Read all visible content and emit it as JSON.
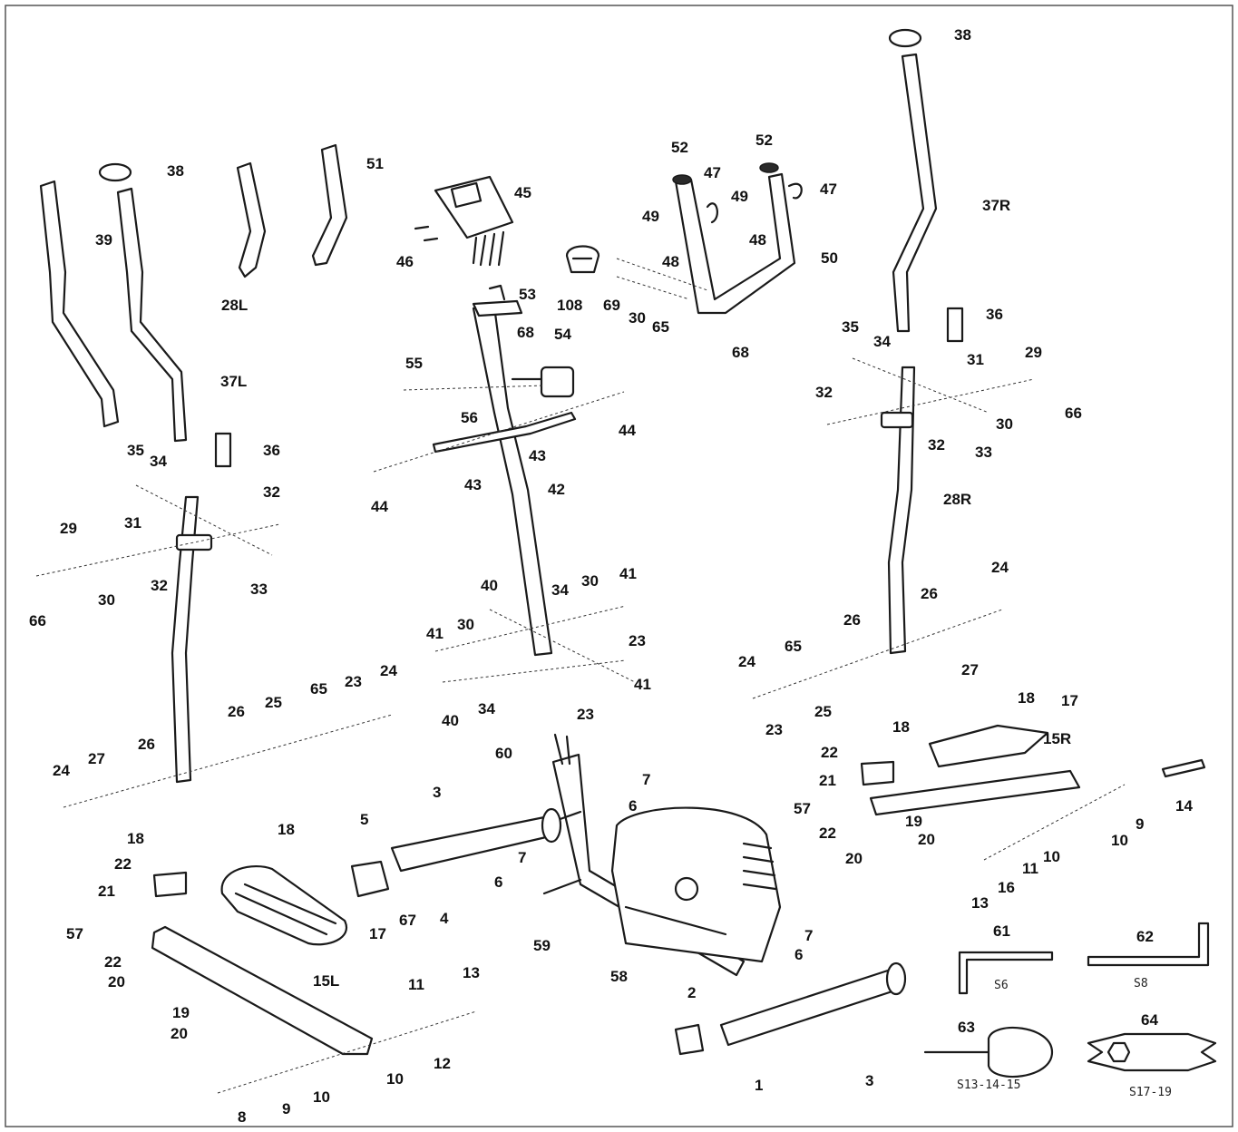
{
  "callouts": [
    "38",
    "38",
    "39",
    "37L",
    "51",
    "45",
    "46",
    "108",
    "53",
    "68",
    "54",
    "55",
    "56",
    "43",
    "44",
    "43",
    "44",
    "42",
    "52",
    "47",
    "49",
    "48",
    "52",
    "47",
    "49",
    "48",
    "50",
    "69",
    "30",
    "65",
    "68",
    "37R",
    "36",
    "35",
    "34",
    "29",
    "31",
    "32",
    "32",
    "33",
    "30",
    "66",
    "28R",
    "24",
    "26",
    "26",
    "65",
    "27",
    "24",
    "23",
    "25",
    "36",
    "35",
    "34",
    "32",
    "29",
    "31",
    "30",
    "32",
    "66",
    "33",
    "28L",
    "24",
    "26",
    "25",
    "65",
    "23",
    "26",
    "24",
    "27",
    "40",
    "41",
    "30",
    "34",
    "30",
    "41",
    "23",
    "41",
    "40",
    "34",
    "23",
    "18",
    "17",
    "18",
    "22",
    "15R",
    "21",
    "57",
    "19",
    "10",
    "9",
    "14",
    "22",
    "20",
    "20",
    "16",
    "11",
    "10",
    "13",
    "60",
    "7",
    "6",
    "3",
    "5",
    "7",
    "6",
    "67",
    "4",
    "59",
    "7",
    "6",
    "58",
    "2",
    "1",
    "3",
    "18",
    "18",
    "22",
    "21",
    "57",
    "17",
    "22",
    "20",
    "19",
    "15L",
    "11",
    "13",
    "20",
    "12",
    "10",
    "10",
    "9",
    "8",
    "61",
    "62",
    "63",
    "64"
  ],
  "tools": {
    "t61": "S6",
    "t62": "S8",
    "t63": "S13-14-15",
    "t64": "S17-19"
  }
}
